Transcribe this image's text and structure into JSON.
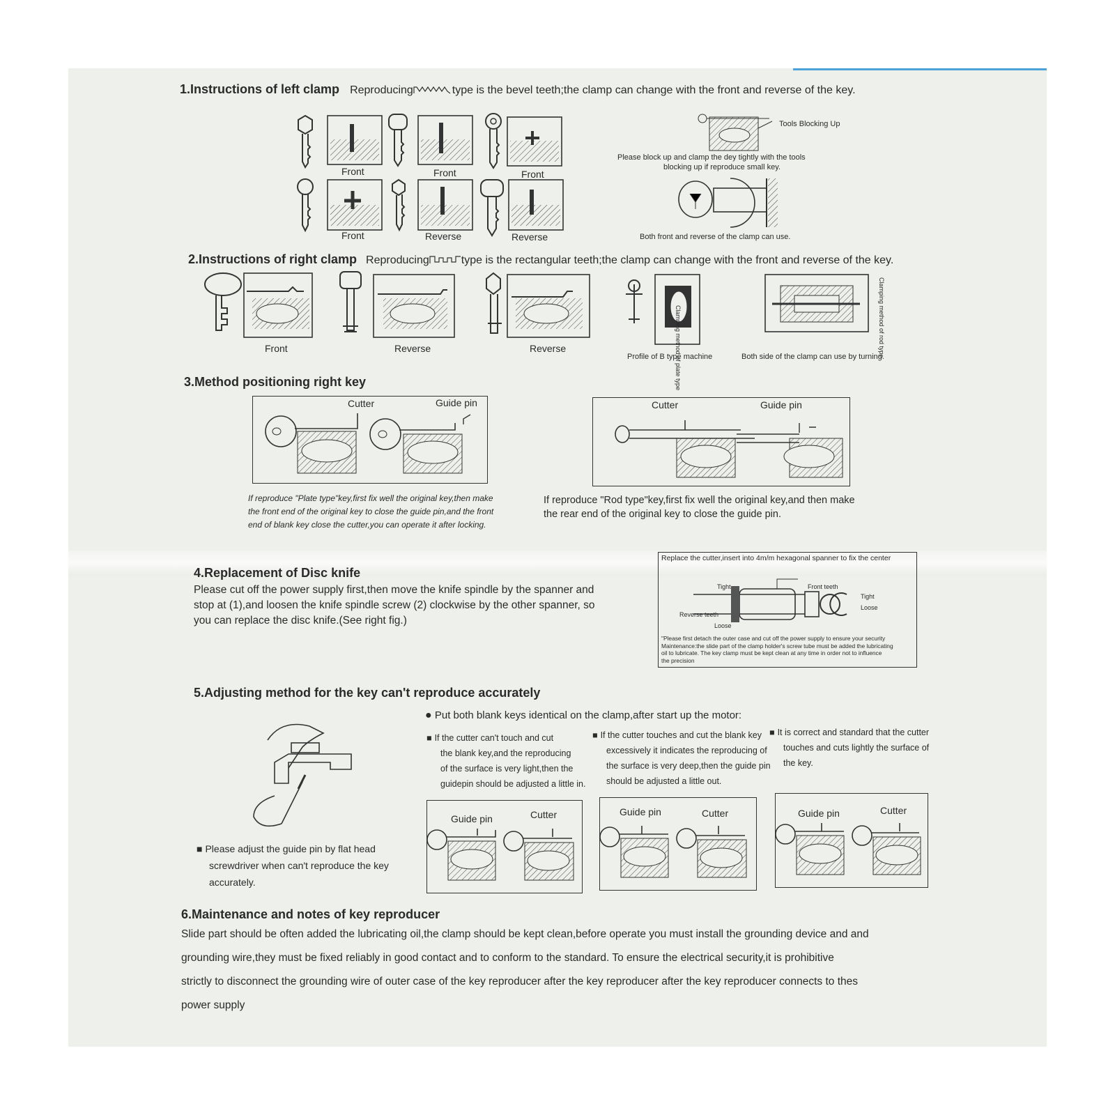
{
  "s1": {
    "title": "1.Instructions of left clamp",
    "desc_pre": "Reproducing",
    "desc_post": "type is the bevel teeth;the clamp can change with the front and reverse of the key.",
    "labels_top": [
      "Front",
      "Front",
      "Front"
    ],
    "labels_bottom": [
      "Front",
      "Reverse",
      "Reverse"
    ],
    "tools_label": "Tools Blocking Up",
    "block_note_1": "Please block up and clamp the dey tightly with the tools",
    "block_note_2": "blocking up if reproduce small key.",
    "both_note": "Both front and reverse of the clamp can use."
  },
  "s2": {
    "title": "2.Instructions of right clamp",
    "desc_pre": "Reproducing",
    "desc_post": "type is the rectangular teeth;the clamp can change with the front and reverse of the key.",
    "labels": [
      "Front",
      "Reverse",
      "Reverse"
    ],
    "profile_label": "Profile of B type machine",
    "both_side_label": "Both side of the clamp can use by turning.",
    "vertical_1": "Clamping method of plate type",
    "vertical_2": "Clamping method of rod type"
  },
  "s3": {
    "title": "3.Method positioning right key",
    "cutter": "Cutter",
    "guide_pin": "Guide pin",
    "plate_note_1": "If reproduce \"Plate type\"key,first fix well the original key,then make",
    "plate_note_2": "the front end of the original key to close the guide pin,and the front",
    "plate_note_3": "end of blank key close the cutter,you can operate it after locking.",
    "rod_note_1": "If reproduce \"Rod type\"key,first fix well the original key,and then make",
    "rod_note_2": "the rear end of the original key to close the guide pin."
  },
  "s4": {
    "title": "4.Replacement of Disc knife",
    "body_1": "Please cut off the power supply first,then move the knife spindle by the spanner and",
    "body_2": "stop at (1),and loosen the knife spindle screw (2) clockwise by the other spanner, so",
    "body_3": "you can replace the disc knife.(See right fig.)",
    "fig_title": "Replace the cutter,insert into 4m/m hexagonal spanner to fix the center",
    "fig_tight": "Tight",
    "fig_front_teeth": "Front teeth",
    "fig_reverse_teeth": "Reverse teeth",
    "fig_loose": "Loose",
    "fig_tight2": "Tight",
    "fig_loose2": "Loose",
    "fig_note_1": "\"Please first detach the outer case and cut off the power supply to ensure your security",
    "fig_note_2": "Maintenance:the slide part of the clamp holder's screw tube must be added the lubricating",
    "fig_note_3": "oil to lubricate. The key clamp must be kept clean at any time in order not to influence",
    "fig_note_4": "the precision"
  },
  "s5": {
    "title": "5.Adjusting method for the key can't reproduce accurately",
    "lead": "Put both blank keys identical on the clamp,after start up the motor:",
    "case1": [
      "If the cutter can't touch and cut",
      "the blank key,and the reproducing",
      "of the surface is very light,then the",
      "guidepin should be adjusted a little in."
    ],
    "case2": [
      "If the cutter touches and cut the blank key",
      "excessively it indicates the reproducing of",
      "the surface is very deep,then the guide pin",
      "should be adjusted a little out."
    ],
    "case3": [
      "It is correct and standard that the cutter",
      "touches and cuts lightly the surface of",
      "the key."
    ],
    "adjust_note": [
      "Please adjust the guide pin by flat head",
      "screwdriver when can't reproduce the key",
      "accurately."
    ],
    "guide_pin": "Guide pin",
    "cutter": "Cutter"
  },
  "s6": {
    "title": "6.Maintenance and notes of key reproducer",
    "body_1": "Slide part should be often added the lubricating oil,the clamp should be kept clean,before operate you must install the grounding device and  and",
    "body_2": "grounding wire,they must be fixed reliably in good contact and to conform to the standard. To ensure the electrical security,it is prohibitive",
    "body_3": "strictly to disconnect the grounding wire of outer case of the key reproducer after the key reproducer after the key reproducer connects to thes",
    "body_4": "power supply"
  }
}
